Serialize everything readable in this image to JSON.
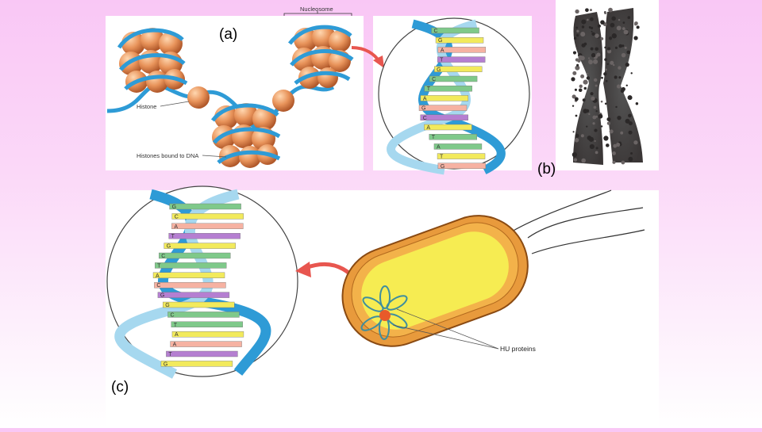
{
  "labels": {
    "a": "(a)",
    "b": "(b)",
    "c": "(c)"
  },
  "nucleosome": {
    "title": "Nucleosome",
    "histone": "Histone",
    "histones_bound": "Histones bound to DNA"
  },
  "bacterium": {
    "hu_proteins": "HU proteins"
  },
  "base_pairs_top": [
    "C",
    "G",
    "A",
    "T",
    "G",
    "C",
    "T",
    "A",
    "G",
    "C",
    "A",
    "T",
    "A",
    "T",
    "G"
  ],
  "base_pairs_bottom": [
    "G",
    "C",
    "A",
    "T",
    "G",
    "C",
    "T",
    "A",
    "C",
    "G",
    "G",
    "C",
    "T",
    "A",
    "A",
    "T",
    "G"
  ],
  "colors": {
    "dna_blue": "#2e9bd6",
    "dna_light": "#a6d8ef",
    "histone": "#e8935a",
    "cell_wall": "#e89a3c",
    "cytoplasm": "#f6ec52",
    "arrow": "#e8564f"
  }
}
